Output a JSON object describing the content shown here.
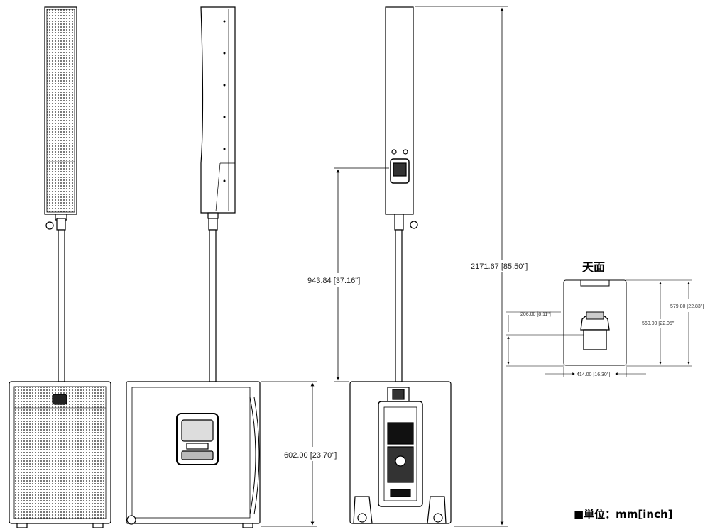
{
  "dimensions": {
    "total_height": "2171.67 [85.50\"]",
    "column_height": "943.84 [37.16\"]",
    "sub_height": "602.00 [23.70\"]"
  },
  "top_view": {
    "title": "天面",
    "depth_outer": "579.80 [22.83\"]",
    "depth_inner": "560.00 [22.05\"]",
    "handle_offset": "206.00 [8.11\"]",
    "width": "414.00 [16.30\"]"
  },
  "unit_note": "■単位：mm[inch]"
}
